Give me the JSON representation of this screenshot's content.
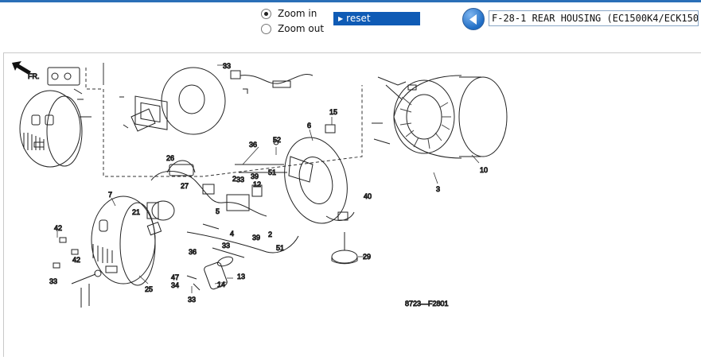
{
  "zoom": {
    "in_label": "Zoom in",
    "out_label": "Zoom out",
    "selected": "in"
  },
  "reset_label": "reset",
  "title": "F-28-1 REAR HOUSING (EC1500K4/ECK1500)",
  "diagram": {
    "code": "8723—F2801",
    "fr_label": "FR.",
    "callouts": [
      "33",
      "15",
      "6",
      "52",
      "36",
      "51",
      "39",
      "26",
      "27",
      "33",
      "12",
      "7",
      "2",
      "5",
      "21",
      "4",
      "39",
      "2",
      "42",
      "42",
      "33",
      "25",
      "33",
      "47",
      "34",
      "33",
      "13",
      "14",
      "51",
      "29",
      "40",
      "10",
      "3",
      "36"
    ]
  }
}
